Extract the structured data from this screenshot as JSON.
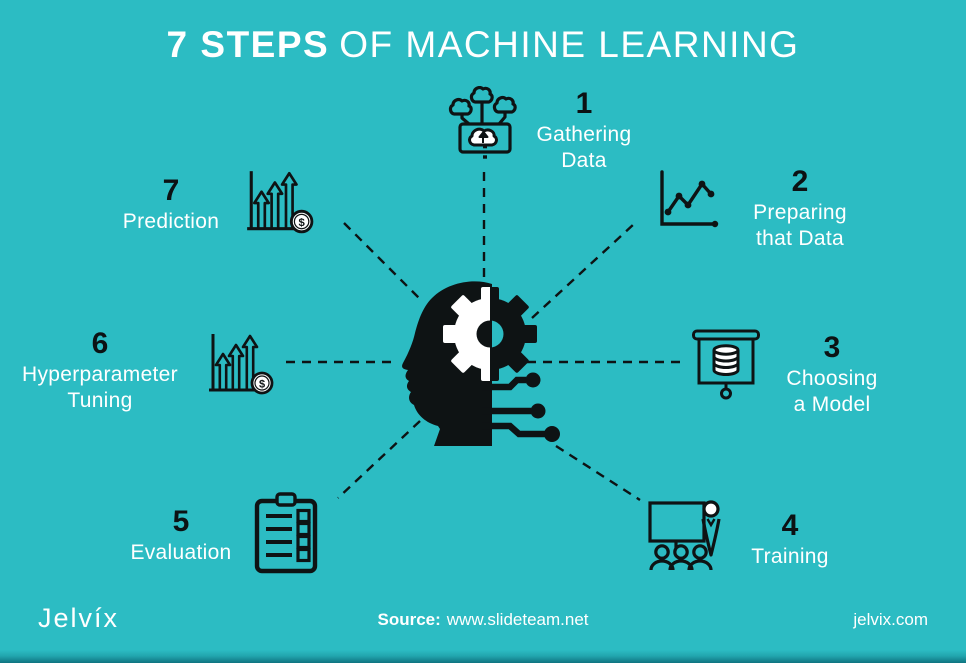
{
  "title": {
    "emphasis": "7 STEPS",
    "rest": "OF MACHINE LEARNING"
  },
  "center": {
    "icon": "head-gear-circuit-icon"
  },
  "steps": [
    {
      "number": "1",
      "line1": "Gathering",
      "line2": "Data",
      "icon": "cloud-upload-laptop-icon"
    },
    {
      "number": "2",
      "line1": "Preparing",
      "line2": "that Data",
      "icon": "line-chart-icon"
    },
    {
      "number": "3",
      "line1": "Choosing",
      "line2": "a Model",
      "icon": "presentation-database-icon"
    },
    {
      "number": "4",
      "line1": "Training",
      "icon": "trainer-audience-icon"
    },
    {
      "number": "5",
      "line1": "Evaluation",
      "icon": "checklist-clipboard-icon"
    },
    {
      "number": "6",
      "line1": "Hyperparameter",
      "line2": "Tuning",
      "icon": "bar-chart-money-icon"
    },
    {
      "number": "7",
      "line1": "Prediction",
      "icon": "bar-chart-money-icon"
    }
  ],
  "icons": {
    "dollar": "$"
  },
  "footer": {
    "logo": "Jelvíx",
    "source_label": "Source:",
    "source_url": "www.slideteam.net",
    "website": "jelvix.com"
  },
  "colors": {
    "background": "#2cbcc3",
    "ink": "#0e1314",
    "text": "#ffffff",
    "strip": "#0f7380"
  }
}
